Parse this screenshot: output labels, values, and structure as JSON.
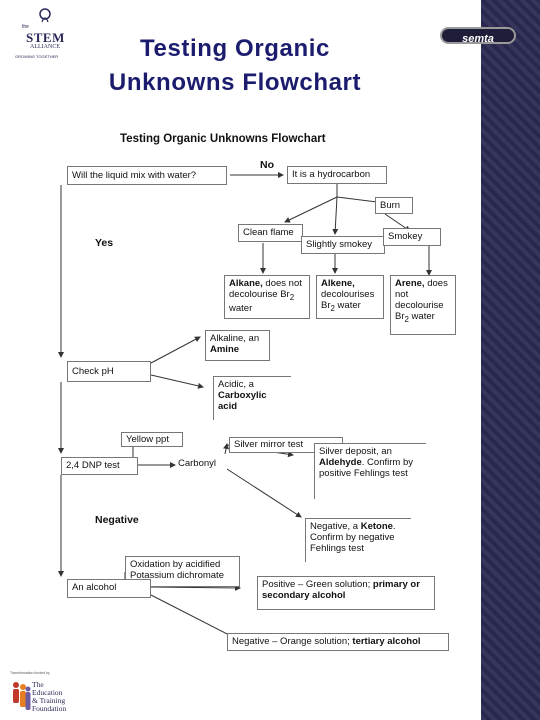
{
  "slide": {
    "title_line1": "Testing Organic",
    "title_line2": "Unknowns Flowchart",
    "logo_top": {
      "the": "the",
      "name": "STEM",
      "alliance": "ALLIANCE",
      "tagline": "GROWING TOGETHER"
    },
    "logo_right": "semta",
    "logo_bottom": {
      "small": "Transformation funded by",
      "line1": "The",
      "line2": "Education",
      "line3": "& Training",
      "line4": "Foundation"
    }
  },
  "flowchart": {
    "heading": "Testing Organic Unknowns Flowchart",
    "q_mix": "Will the liquid mix with water?",
    "no": "No",
    "yes": "Yes",
    "hydrocarbon": "It is a hydrocarbon",
    "burn": "Burn",
    "clean_flame": "Clean flame",
    "slightly_smokey": "Slightly smokey",
    "smokey": "Smokey",
    "alkane": {
      "bold": "Alkane,",
      "rest": " does not decolourise Br",
      "sub": "2",
      "end": " water"
    },
    "alkene": {
      "bold": "Alkene,",
      "rest": " decolourises Br",
      "sub": "2",
      "end": " water"
    },
    "arene": {
      "bold": "Arene,",
      "rest": " does not decolourise Br",
      "sub": "2",
      "end": " water"
    },
    "check_ph": "Check pH",
    "alkaline": {
      "pre": "Alkaline, an",
      "bold": "Amine"
    },
    "acidic": {
      "pre": "Acidic, a",
      "bold": "Carboxylic acid"
    },
    "yellow_ppt": "Yellow ppt",
    "dnp_test": "2,4 DNP test",
    "carbonyl": "Carbonyl",
    "silver_mirror": "Silver mirror test",
    "aldehyde": {
      "pre": "Silver deposit, an ",
      "bold": "Aldehyde",
      "post": ". Confirm by positive Fehlings test"
    },
    "negative": "Negative",
    "ketone": {
      "pre": "Negative, a ",
      "bold": "Ketone",
      "post": ". Confirm by negative Fehlings test"
    },
    "oxidation": "Oxidation by acidified Potassium dichromate",
    "an_alcohol": "An alcohol",
    "positive_green": {
      "pre": "Positive – Green solution; ",
      "bold": "primary or secondary alcohol"
    },
    "negative_orange": {
      "pre": "Negative – Orange solution; ",
      "bold": "tertiary alcohol"
    }
  },
  "colors": {
    "sidebar": "#2b2b54",
    "title": "#1c1c6e"
  }
}
